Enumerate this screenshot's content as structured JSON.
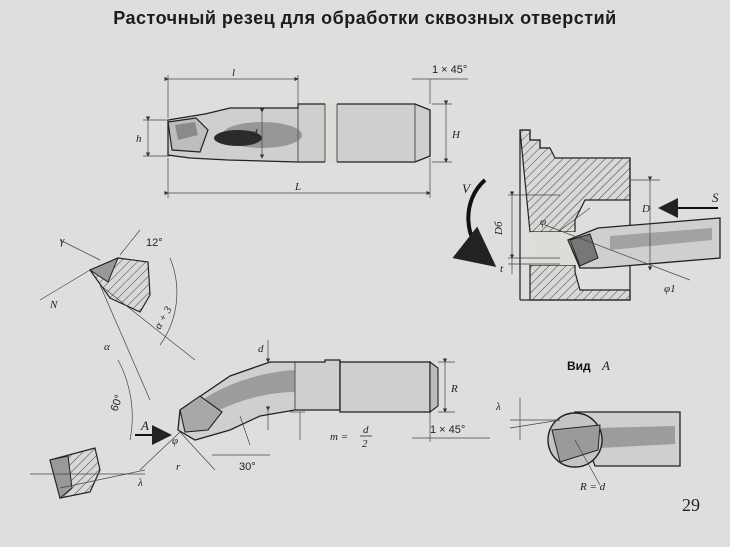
{
  "title": "Расточный резец для обработки сквозных отверстий",
  "page_number": "29",
  "view_label": {
    "word": "Вид",
    "letter": "A"
  },
  "top_view": {
    "dim_l": "l",
    "dim_L": "L",
    "dim_h": "h",
    "dim_H": "H",
    "dim_d": "d",
    "chamfer": "1 × 45°"
  },
  "process": {
    "V": "V",
    "S": "S",
    "D_b": "Dб",
    "D": "D",
    "t": "t",
    "phi": "φ",
    "phi1": "φ1"
  },
  "angles": {
    "gamma": "γ",
    "twelve": "12°",
    "alpha_plus_3": "α + 3",
    "alpha": "α",
    "sixty": "60°",
    "N": "N",
    "lambda_small": "λ"
  },
  "bottom_view": {
    "d": "d",
    "R": "R",
    "A": "A",
    "phi": "φ",
    "r": "r",
    "thirty": "30°",
    "m_eq": "m =",
    "d_num": "d",
    "d_den": "2",
    "chamfer": "1 × 45°"
  },
  "view_a": {
    "lambda": "λ",
    "R_eq_d": "R = d"
  }
}
